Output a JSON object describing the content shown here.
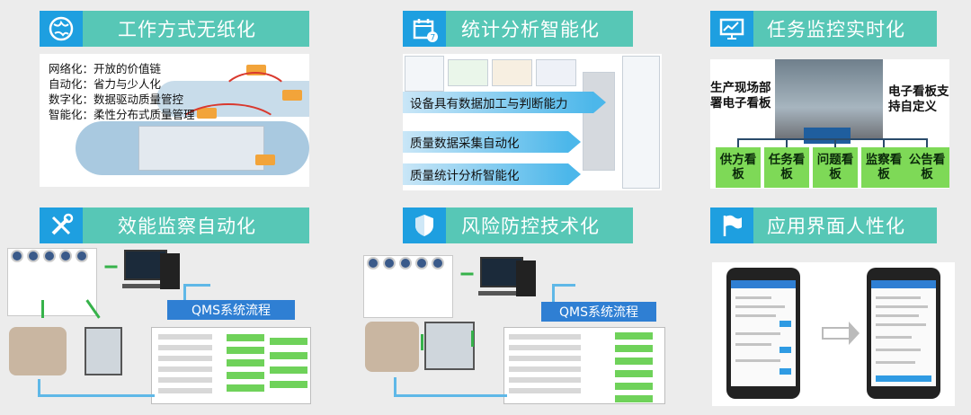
{
  "banners": {
    "b1": "工作方式无纸化",
    "b2": "统计分析智能化",
    "b3": "任务监控实时化",
    "b4": "效能监察自动化",
    "b5": "风险防控技术化",
    "b6": "应用界面人性化"
  },
  "icons": {
    "b1": "globe-icon",
    "b2": "calendar-icon",
    "b3": "monitor-chart-icon",
    "b4": "tools-icon",
    "b5": "shield-icon",
    "b6": "flag-icon"
  },
  "paperless": {
    "lines": [
      "网络化：开放的价值链",
      "自动化：省力与少人化",
      "数字化：数据驱动质量管控",
      "智能化：柔性分布式质量管理"
    ]
  },
  "analysis": {
    "strips": [
      "设备具有数据加工与判断能力",
      "质量数据采集自动化",
      "质量统计分析智能化"
    ]
  },
  "monitor": {
    "left_label": "生产现场部署电子看板",
    "right_label": "电子看板支持自定义",
    "boards": [
      "供方看板",
      "任务看板",
      "问题看板",
      "监察看板",
      "公告看板"
    ]
  },
  "qms": {
    "left_label": "QMS系统流程",
    "right_label": "QMS系统流程"
  },
  "colors": {
    "banner_bg": "#57c7b6",
    "icon_bg": "#1e9fe0",
    "board_green": "#7ed957",
    "qms_blue": "#2f7fd3"
  }
}
